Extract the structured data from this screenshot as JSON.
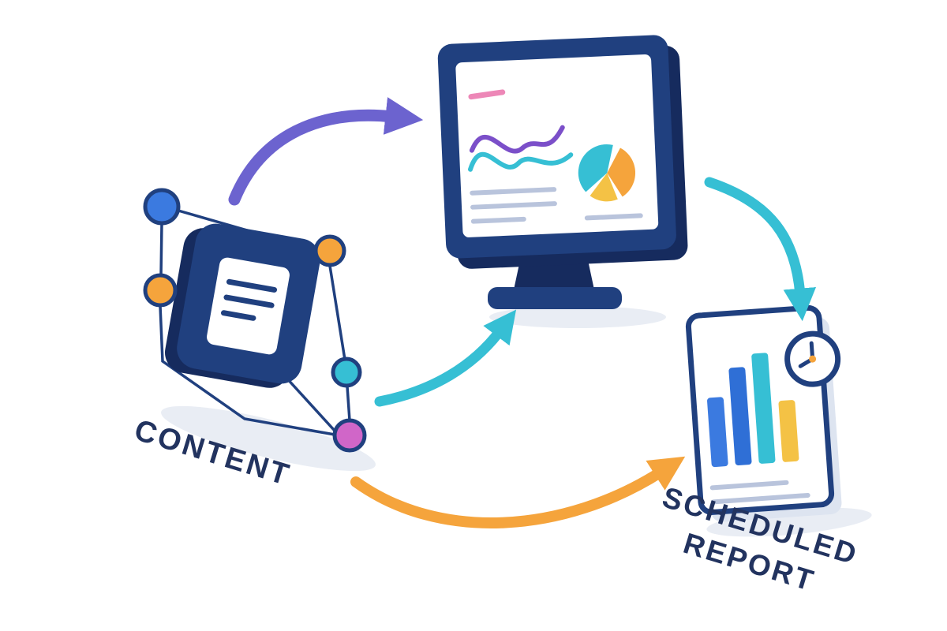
{
  "labels": {
    "content": "CONTENT",
    "scheduled": "SCHEDULED",
    "report": "REPORT"
  },
  "flow": [
    {
      "from": "content",
      "to": "dashboard",
      "arrow_color": "#6C63CF",
      "style": "curved"
    },
    {
      "from": "content",
      "to": "dashboard",
      "arrow_color": "#36BFD4",
      "style": "curved"
    },
    {
      "from": "dashboard",
      "to": "scheduled-report",
      "arrow_color": "#36BFD4",
      "style": "curved"
    },
    {
      "from": "content",
      "to": "scheduled-report",
      "arrow_color": "#F5A43C",
      "style": "curved"
    }
  ],
  "icons": [
    "document-network-icon",
    "monitor-dashboard-icon",
    "line-chart-icon",
    "pie-chart-icon",
    "bar-chart-icon",
    "clock-icon",
    "curved-arrow-icon"
  ],
  "colors": {
    "navy": "#20407F",
    "navy_dark": "#162B5E",
    "purple": "#6C63CF",
    "teal": "#36BFD4",
    "orange": "#F5A43C",
    "yellow": "#F4C245",
    "blue": "#3B7AE0",
    "blue2": "#2F6FD6",
    "magenta": "#D066C8",
    "pink": "#ED87B7",
    "purple_line": "#7B4FC9",
    "gray_line": "#B9C4DC",
    "shadow": "#E9EDF4",
    "card_shadow": "#DDE4F0",
    "label": "#22335F"
  }
}
